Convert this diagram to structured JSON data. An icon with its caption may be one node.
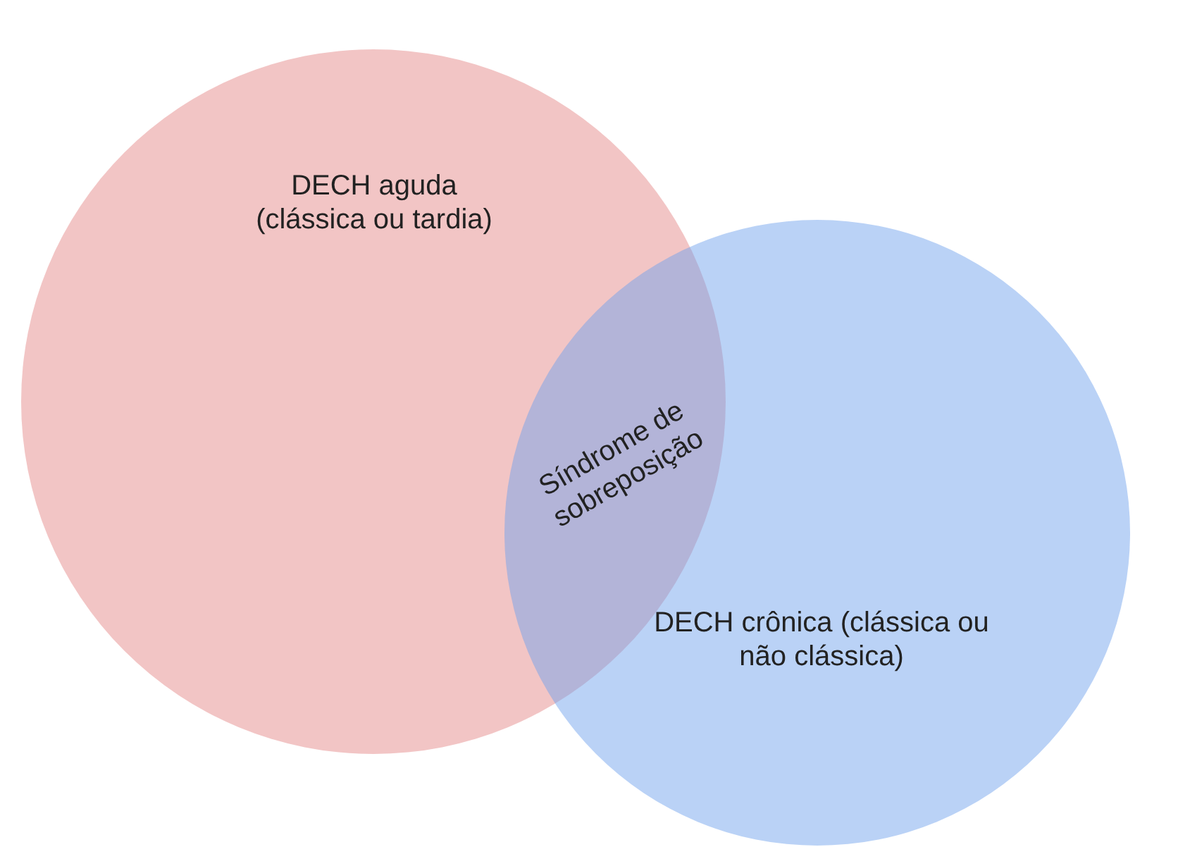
{
  "diagram": {
    "nodes": [
      {
        "text": [
          "DECH aguda (clássica ou tardia)"
        ]
      },
      {
        "text": [
          "DECH crônica (clássica ou não clássica)"
        ]
      }
    ],
    "labels": [
      "Síndrome de sobreposição"
    ]
  }
}
